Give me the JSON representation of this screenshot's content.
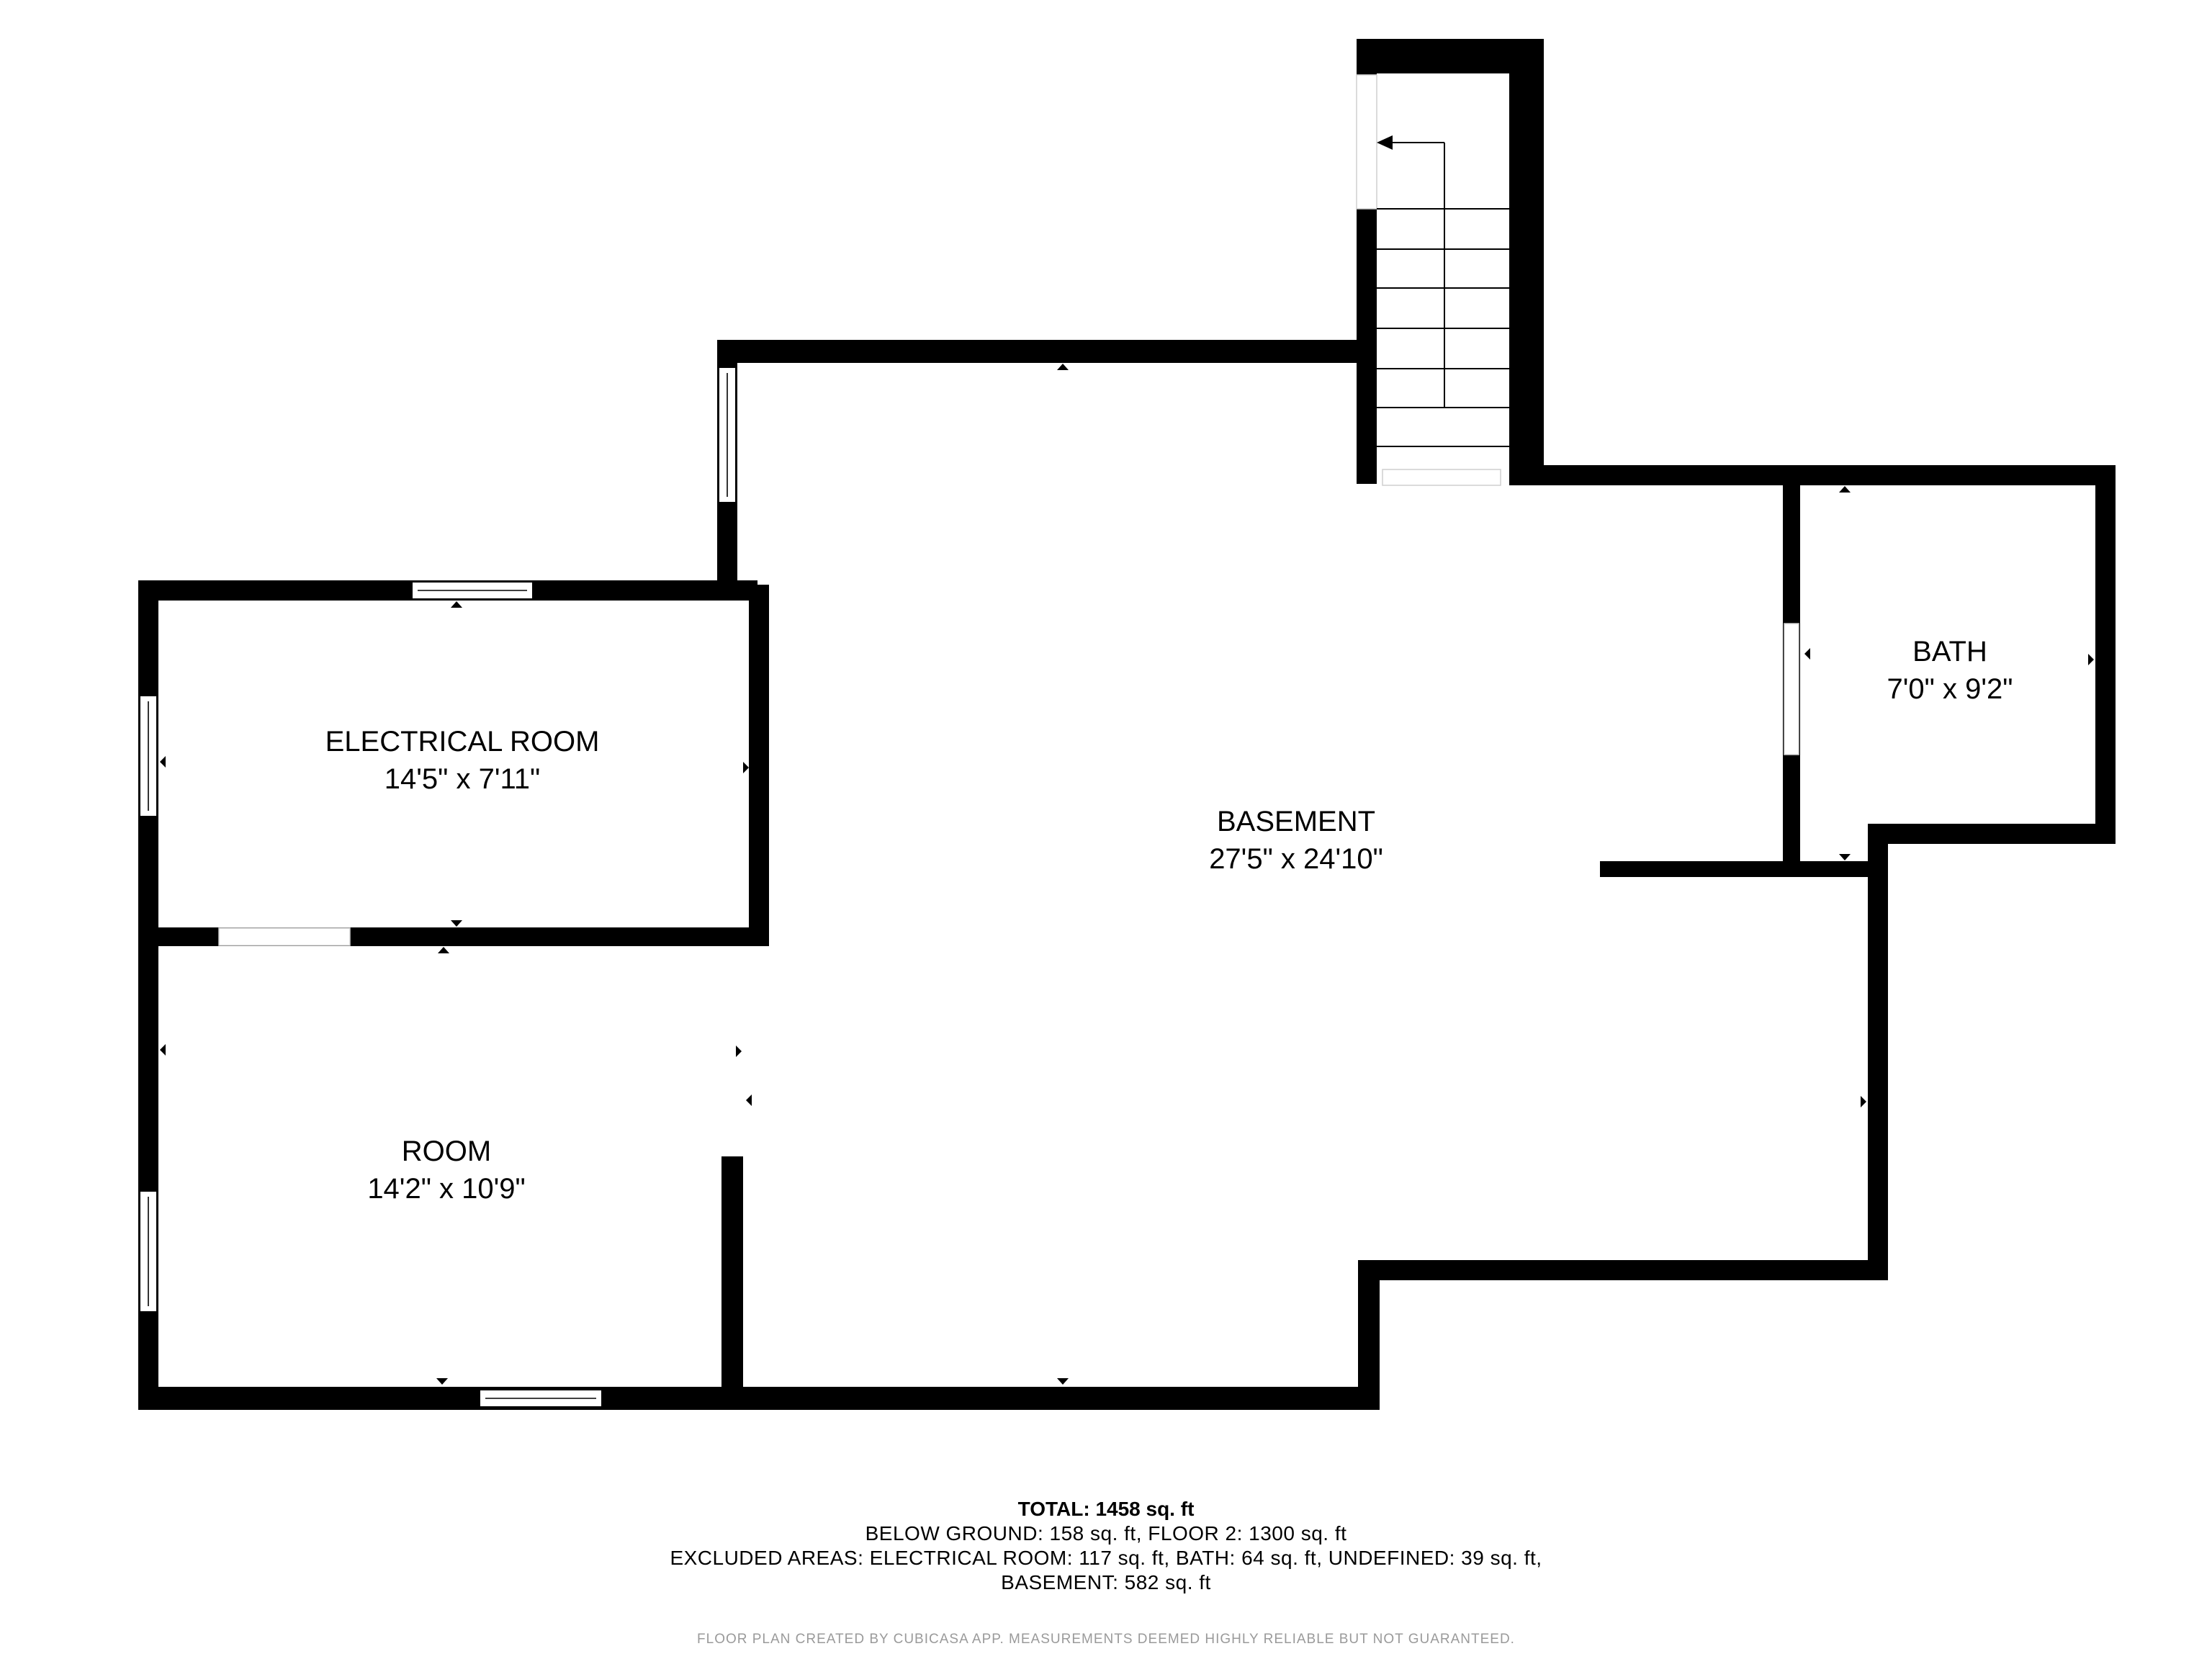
{
  "rooms": {
    "electrical": {
      "name": "ELECTRICAL ROOM",
      "dimensions": "14'5\" x 7'11\""
    },
    "room": {
      "name": "ROOM",
      "dimensions": "14'2\" x 10'9\""
    },
    "basement": {
      "name": "BASEMENT",
      "dimensions": "27'5\" x 24'10\""
    },
    "bath": {
      "name": "BATH",
      "dimensions": "7'0\" x 9'2\""
    }
  },
  "summary": {
    "total": "TOTAL: 1458 sq. ft",
    "line1": "BELOW GROUND: 158 sq. ft, FLOOR 2: 1300 sq. ft",
    "line2": "EXCLUDED AREAS: ELECTRICAL ROOM: 117 sq. ft, BATH: 64 sq. ft, UNDEFINED: 39 sq. ft,",
    "line3": "BASEMENT: 582 sq. ft"
  },
  "credit": "FLOOR PLAN CREATED BY CUBICASA APP. MEASUREMENTS DEEMED HIGHLY RELIABLE BUT NOT GUARANTEED.",
  "colors": {
    "wall": "#000000",
    "background": "#ffffff",
    "credit_text": "#9a9a9a"
  }
}
